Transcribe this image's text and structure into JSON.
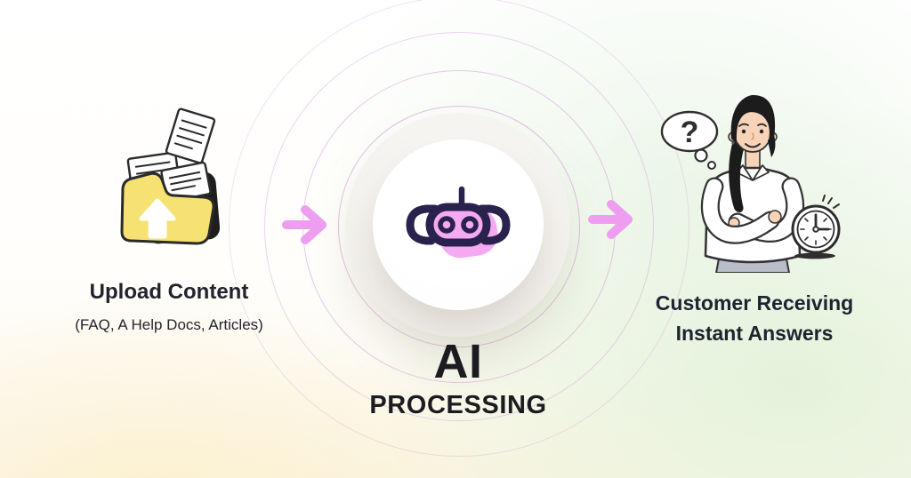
{
  "diagram": {
    "steps": [
      {
        "id": "upload",
        "title": "Upload Content",
        "subtitle": "(FAQ, A Help Docs, Articles)"
      },
      {
        "id": "processing",
        "title": "AI",
        "subtitle": "PROCESSING"
      },
      {
        "id": "receiving",
        "title": "Customer Receiving",
        "subtitle": "Instant Answers"
      }
    ],
    "bubble_question_mark": "?",
    "icons": {
      "left": "upload-folder-with-documents",
      "center": "ai-robot-face-icon",
      "right": "customer-with-thought-bubble-and-clock",
      "connectors": "right-arrow"
    },
    "colors": {
      "arrow_pink": "#ef9df1",
      "ripple_purple": "#cd8ad6",
      "robot_navy": "#29224d",
      "robot_pink": "#f5a9f2",
      "folder_yellow": "#f6e272",
      "background_cream": "#fbf7ec",
      "background_green": "#e3f2d9",
      "text_dark": "#23232e"
    }
  }
}
